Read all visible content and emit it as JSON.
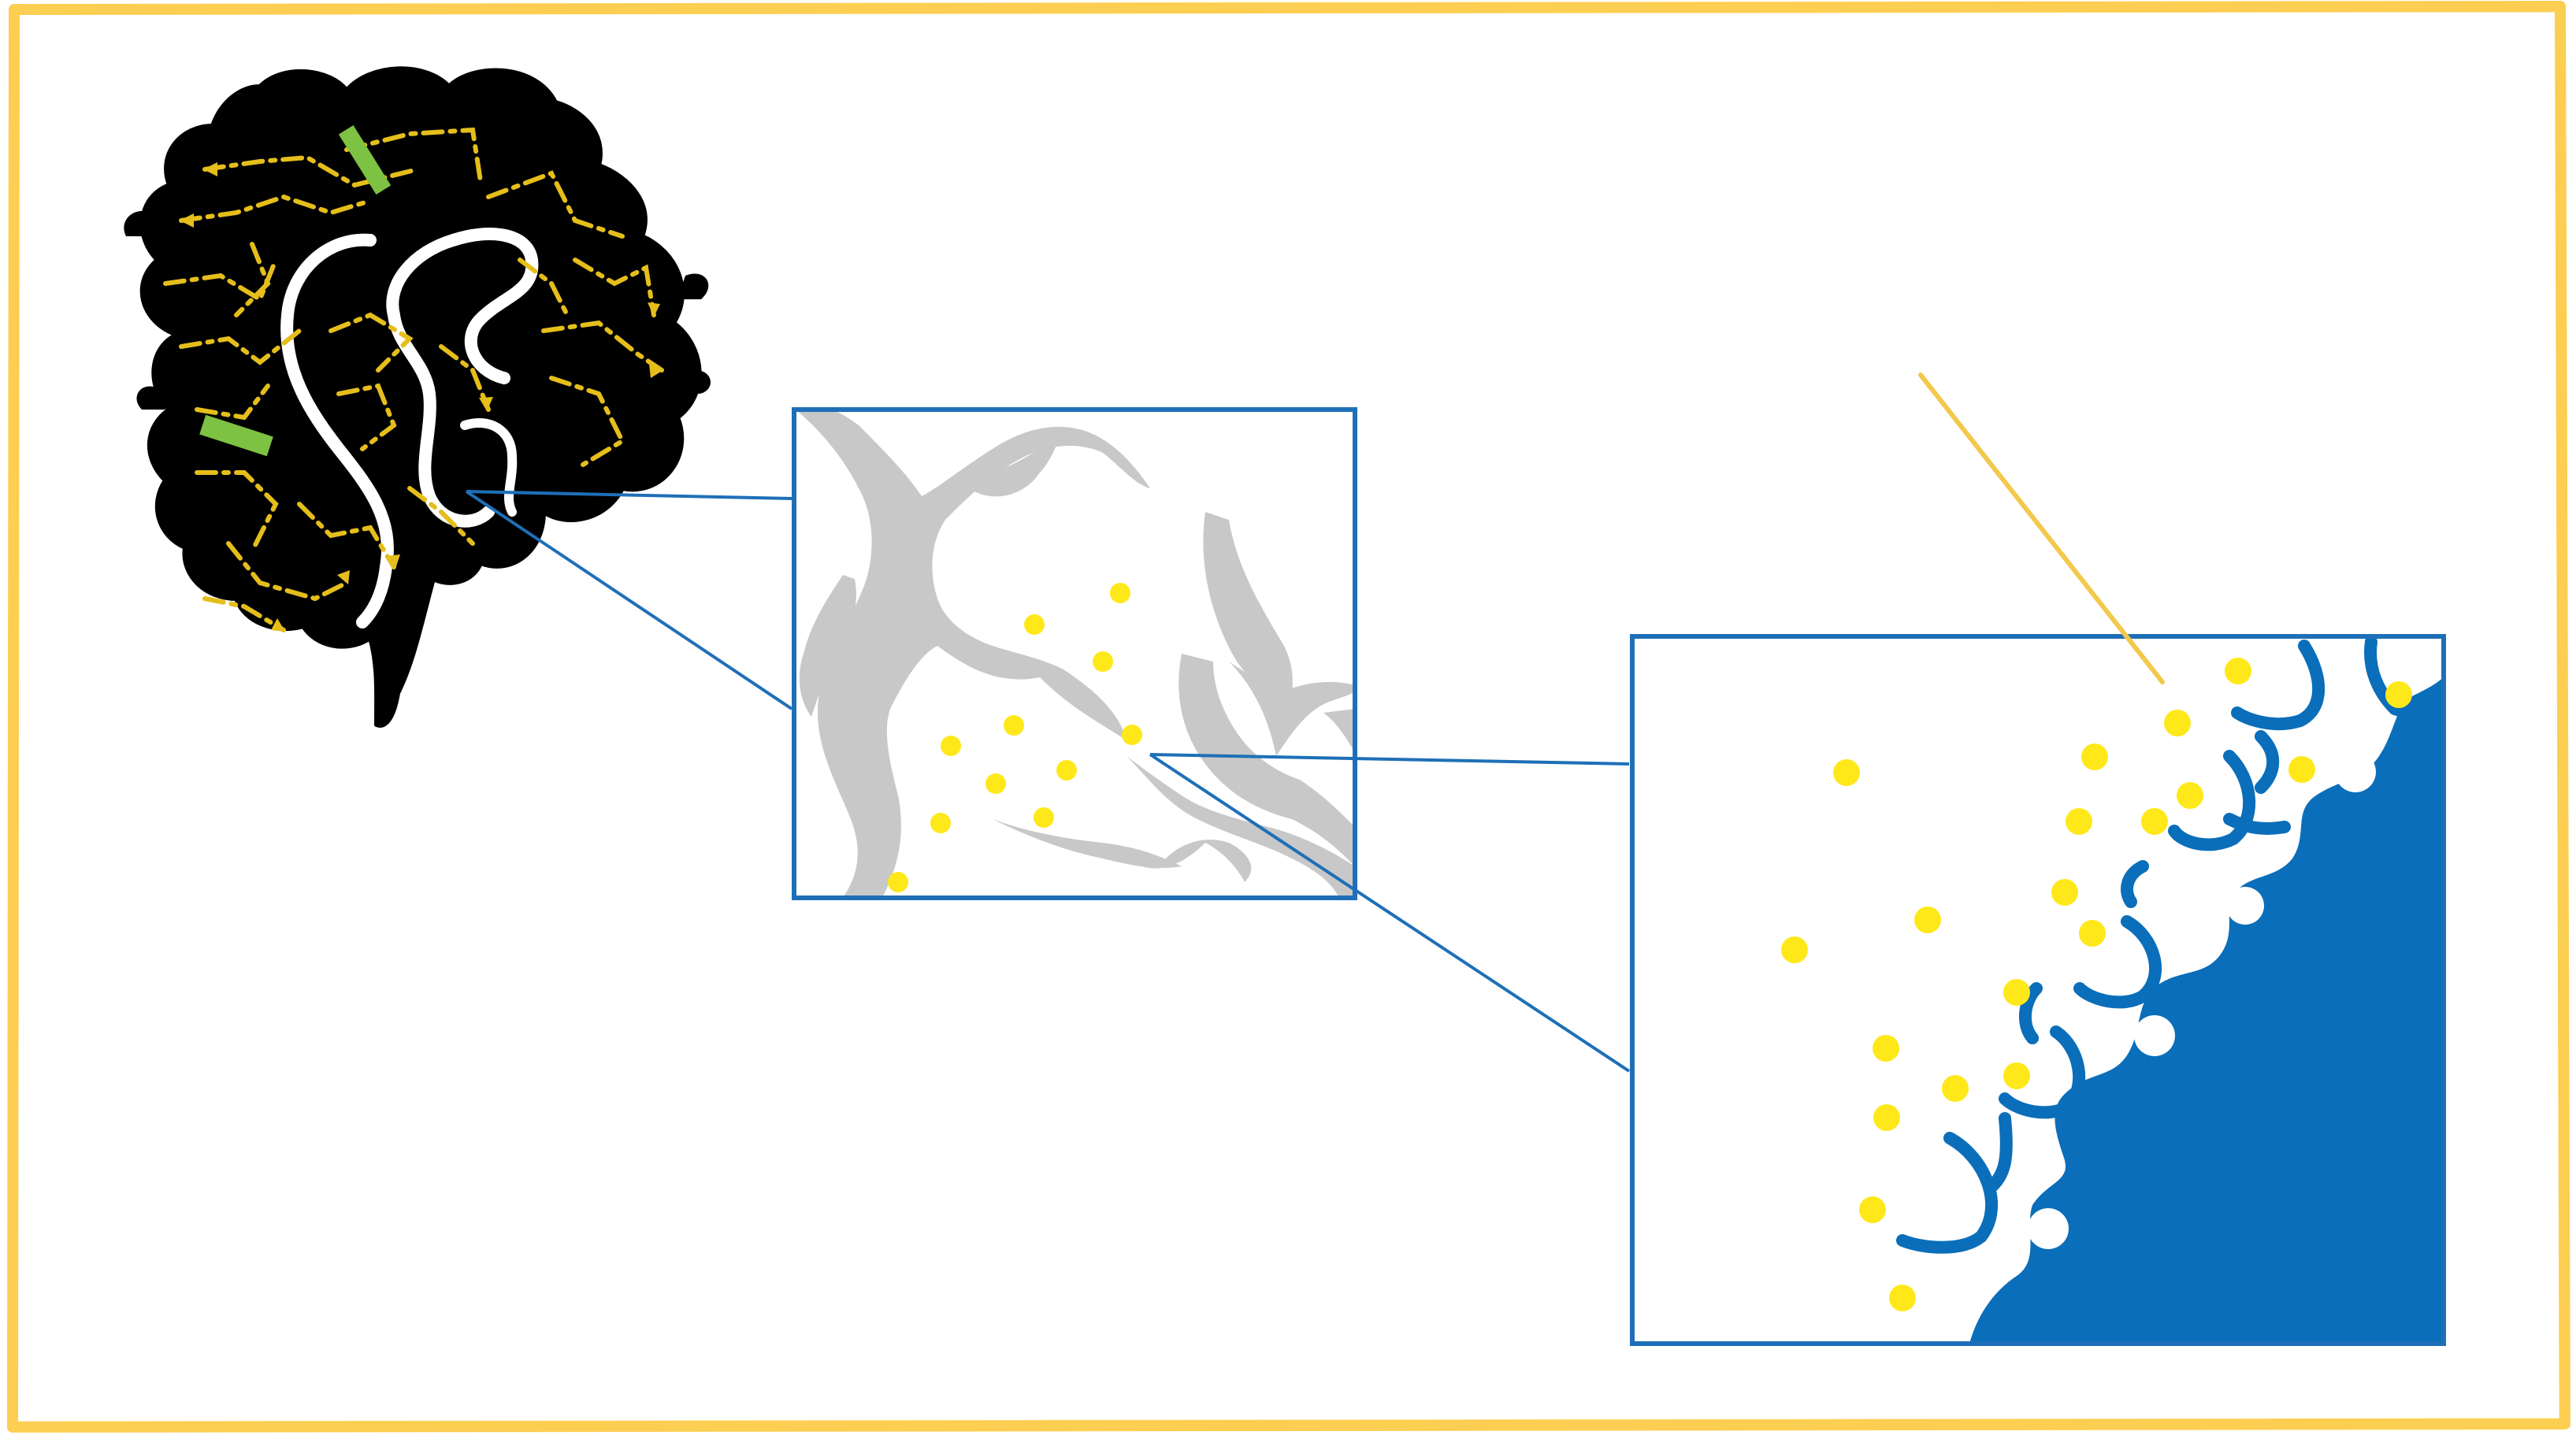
{
  "colors": {
    "frame": "#FCCE52",
    "brain": "#000000",
    "pathway": "#E5BE1B",
    "marker": "#7DC242",
    "zoom_box": "#1E6FB8",
    "neuron": "#C8C8C8",
    "particle": "#FFE81A",
    "cell": "#0A6EBA",
    "pointer": "#F2C94C"
  },
  "icons": {
    "brain": "brain-silhouette-icon",
    "neuron": "neuron-branches-icon",
    "receptor": "receptor-cup-icon",
    "particle": "particle-dot-icon"
  },
  "panels": [
    "brain-overview",
    "tissue-zoom",
    "cell-surface-zoom"
  ]
}
